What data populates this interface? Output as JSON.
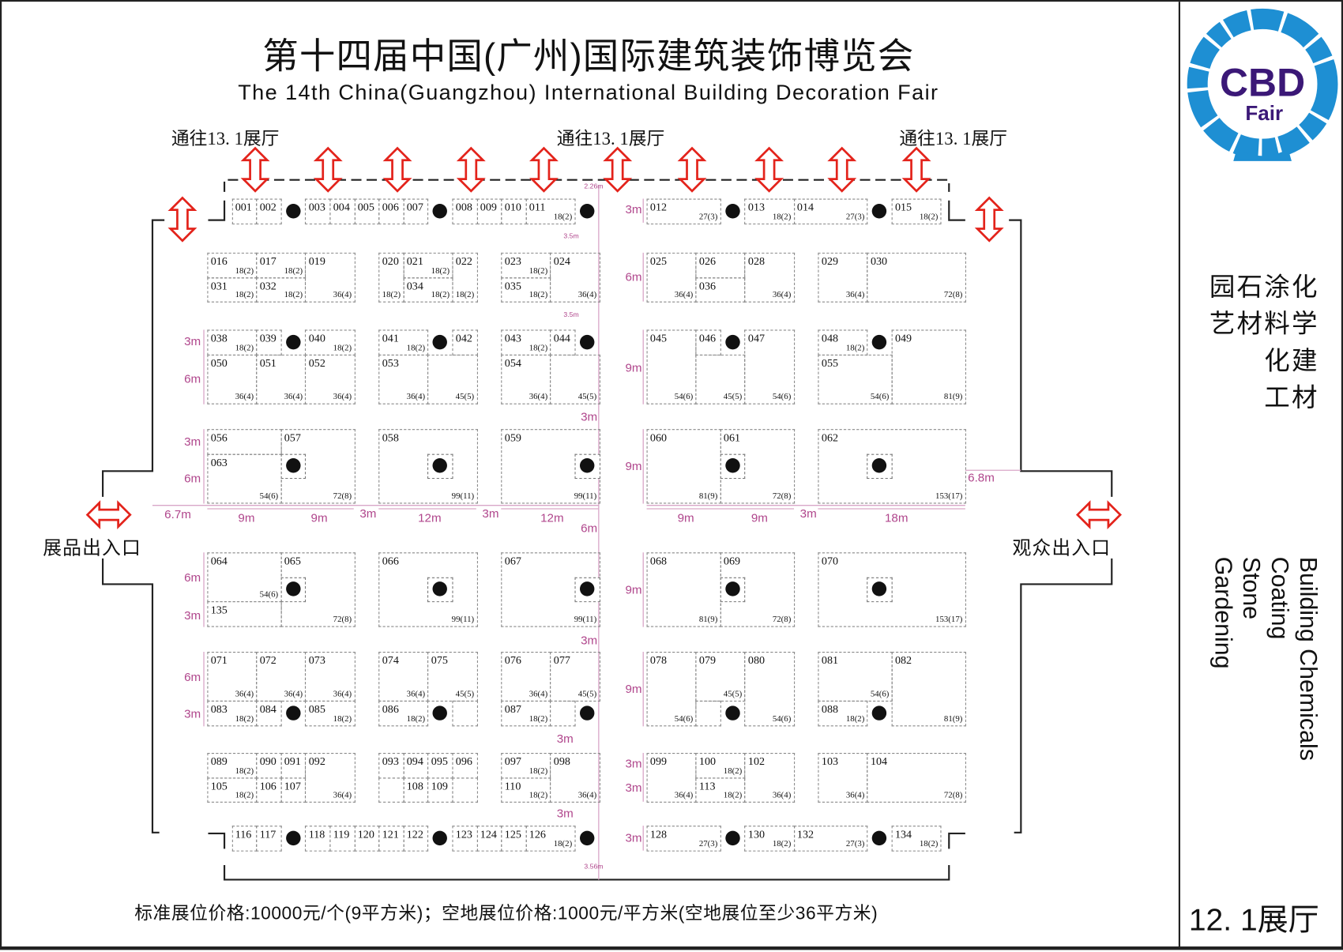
{
  "title": {
    "cn": "第十四届中国(广州)国际建筑装饰博览会",
    "en": "The 14th China(Guangzhou) International Building Decoration Fair"
  },
  "directions": [
    "通往13. 1展厅",
    "通往13. 1展厅",
    "通往13. 1展厅"
  ],
  "exits": {
    "exhibits": "展品出入口",
    "visitors": "观众出入口"
  },
  "logo": {
    "text": "CBD",
    "sub": "Fair"
  },
  "right_panel": {
    "categories_cn": [
      "园石涂化",
      "艺材料学",
      "化建",
      "工材"
    ],
    "categories_en": [
      "Building Chemicals",
      "Coating",
      "Stone",
      "Gardening"
    ],
    "hall": "12. 1展厅"
  },
  "pricing": "标准展位价格:10000元/个(9平方米)；空地展位价格:1000元/平方米(空地展位至少36平方米)",
  "colors": {
    "arrow": "#e3231b",
    "dimension": "#b0468c",
    "logo_blue": "#1e8fd3",
    "logo_purple": "#3b1877"
  },
  "dimensions": [
    "2.26m",
    "3.5m",
    "3.5m",
    "3.56m",
    "3m",
    "6m",
    "3m",
    "6m",
    "6m",
    "3m",
    "6m",
    "3m",
    "3m",
    "6m",
    "9m",
    "9m",
    "9m",
    "9m",
    "3m",
    "3m",
    "3m",
    "3m",
    "6m",
    "3m",
    "3m",
    "3m",
    "6.7m",
    "9m",
    "9m",
    "3m",
    "12m",
    "3m",
    "12m",
    "9m",
    "9m",
    "3m",
    "18m",
    "6.8m"
  ],
  "booths": [
    {
      "id": "001"
    },
    {
      "id": "002"
    },
    {
      "id": "003"
    },
    {
      "id": "004"
    },
    {
      "id": "005"
    },
    {
      "id": "006"
    },
    {
      "id": "007"
    },
    {
      "id": "008"
    },
    {
      "id": "009"
    },
    {
      "id": "010"
    },
    {
      "id": "011",
      "area": "18(2)"
    },
    {
      "id": "012",
      "area": "27(3)"
    },
    {
      "id": "013",
      "area": "18(2)"
    },
    {
      "id": "014",
      "area": "27(3)"
    },
    {
      "id": "015",
      "area": "18(2)"
    },
    {
      "id": "016",
      "area": "18(2)"
    },
    {
      "id": "017",
      "area": "18(2)"
    },
    {
      "id": "019",
      "area": "36(4)"
    },
    {
      "id": "031",
      "area": "18(2)"
    },
    {
      "id": "032",
      "area": "18(2)"
    },
    {
      "id": "020",
      "area": "18(2)"
    },
    {
      "id": "021",
      "area": "18(2)"
    },
    {
      "id": "022",
      "area": "18(2)"
    },
    {
      "id": "034",
      "area": "18(2)"
    },
    {
      "id": "023",
      "area": "18(2)"
    },
    {
      "id": "024",
      "area": "36(4)"
    },
    {
      "id": "035",
      "area": "18(2)"
    },
    {
      "id": "025",
      "area": "36(4)"
    },
    {
      "id": "026"
    },
    {
      "id": "036"
    },
    {
      "id": "028",
      "area": "36(4)"
    },
    {
      "id": "029",
      "area": "36(4)"
    },
    {
      "id": "030",
      "area": "72(8)"
    },
    {
      "id": "038",
      "area": "18(2)"
    },
    {
      "id": "039"
    },
    {
      "id": "040",
      "area": "18(2)"
    },
    {
      "id": "050",
      "area": "36(4)"
    },
    {
      "id": "051",
      "area": "36(4)"
    },
    {
      "id": "052",
      "area": "36(4)"
    },
    {
      "id": "041",
      "area": "18(2)"
    },
    {
      "id": "042",
      "area": "45(5)"
    },
    {
      "id": "053",
      "area": "36(4)"
    },
    {
      "id": "043",
      "area": "18(2)"
    },
    {
      "id": "044",
      "area": "45(5)"
    },
    {
      "id": "054",
      "area": "36(4)"
    },
    {
      "id": "045",
      "area": "54(6)"
    },
    {
      "id": "046",
      "area": "45(5)"
    },
    {
      "id": "047",
      "area": "54(6)"
    },
    {
      "id": "048",
      "area": "18(2)"
    },
    {
      "id": "049",
      "area": "81(9)"
    },
    {
      "id": "055",
      "area": "54(6)"
    },
    {
      "id": "056"
    },
    {
      "id": "063",
      "area": "54(6)"
    },
    {
      "id": "057",
      "area": "72(8)"
    },
    {
      "id": "058",
      "area": "99(11)"
    },
    {
      "id": "059",
      "area": "99(11)"
    },
    {
      "id": "060",
      "area": "81(9)"
    },
    {
      "id": "061",
      "area": "72(8)"
    },
    {
      "id": "062",
      "area": "153(17)"
    },
    {
      "id": "064",
      "area": "54(6)"
    },
    {
      "id": "135"
    },
    {
      "id": "065",
      "area": "72(8)"
    },
    {
      "id": "066",
      "area": "99(11)"
    },
    {
      "id": "067",
      "area": "99(11)"
    },
    {
      "id": "068",
      "area": "81(9)"
    },
    {
      "id": "069",
      "area": "72(8)"
    },
    {
      "id": "070",
      "area": "153(17)"
    },
    {
      "id": "071",
      "area": "36(4)"
    },
    {
      "id": "072",
      "area": "36(4)"
    },
    {
      "id": "073",
      "area": "36(4)"
    },
    {
      "id": "083",
      "area": "18(2)"
    },
    {
      "id": "084"
    },
    {
      "id": "085",
      "area": "18(2)"
    },
    {
      "id": "074",
      "area": "36(4)"
    },
    {
      "id": "075",
      "area": "45(5)"
    },
    {
      "id": "086",
      "area": "18(2)"
    },
    {
      "id": "076",
      "area": "36(4)"
    },
    {
      "id": "077",
      "area": "45(5)"
    },
    {
      "id": "087",
      "area": "18(2)"
    },
    {
      "id": "078",
      "area": "54(6)"
    },
    {
      "id": "079",
      "area": "45(5)"
    },
    {
      "id": "080",
      "area": "54(6)"
    },
    {
      "id": "081",
      "area": "54(6)"
    },
    {
      "id": "088",
      "area": "18(2)"
    },
    {
      "id": "082",
      "area": "81(9)"
    },
    {
      "id": "089",
      "area": "18(2)"
    },
    {
      "id": "090"
    },
    {
      "id": "091"
    },
    {
      "id": "092",
      "area": "36(4)"
    },
    {
      "id": "105",
      "area": "18(2)"
    },
    {
      "id": "106"
    },
    {
      "id": "107"
    },
    {
      "id": "093"
    },
    {
      "id": "094"
    },
    {
      "id": "095"
    },
    {
      "id": "096"
    },
    {
      "id": "108"
    },
    {
      "id": "109"
    },
    {
      "id": "097",
      "area": "18(2)"
    },
    {
      "id": "098",
      "area": "36(4)"
    },
    {
      "id": "110",
      "area": "18(2)"
    },
    {
      "id": "099",
      "area": "36(4)"
    },
    {
      "id": "100",
      "area": "18(2)"
    },
    {
      "id": "113",
      "area": "18(2)"
    },
    {
      "id": "102",
      "area": "36(4)"
    },
    {
      "id": "103",
      "area": "36(4)"
    },
    {
      "id": "104",
      "area": "72(8)"
    },
    {
      "id": "116"
    },
    {
      "id": "117"
    },
    {
      "id": "118"
    },
    {
      "id": "119"
    },
    {
      "id": "120"
    },
    {
      "id": "121"
    },
    {
      "id": "122"
    },
    {
      "id": "123"
    },
    {
      "id": "124"
    },
    {
      "id": "125"
    },
    {
      "id": "126",
      "area": "18(2)"
    },
    {
      "id": "128",
      "area": "27(3)"
    },
    {
      "id": "130",
      "area": "18(2)"
    },
    {
      "id": "132",
      "area": "27(3)"
    },
    {
      "id": "134",
      "area": "18(2)"
    }
  ]
}
